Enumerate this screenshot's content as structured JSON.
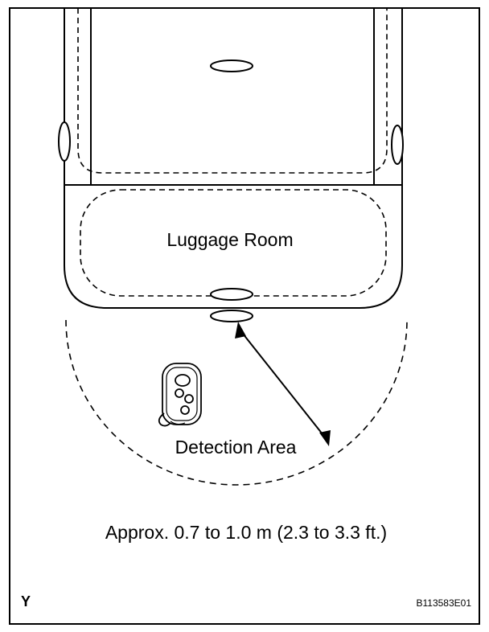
{
  "diagram": {
    "room_label": "Luggage Room",
    "detection_label": "Detection Area",
    "distance_label": "Approx. 0.7 to 1.0 m (2.3 to 3.3 ft.)",
    "corner_letter": "Y",
    "figure_code": "B113583E01"
  }
}
